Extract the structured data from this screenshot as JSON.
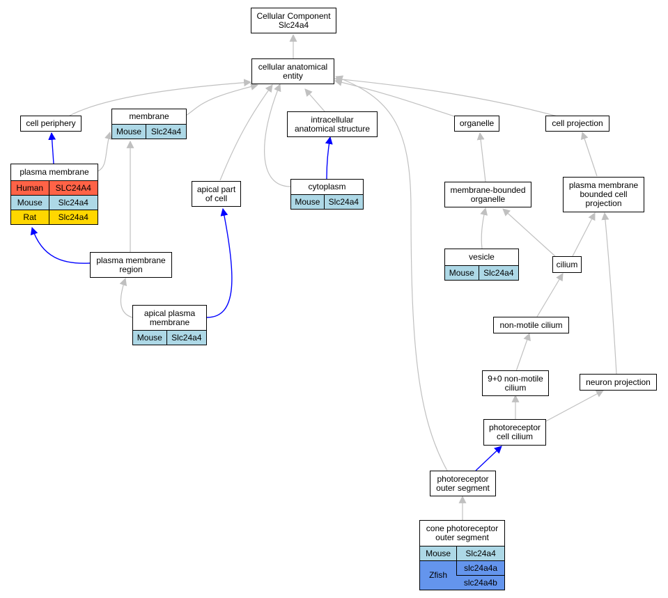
{
  "diagram": {
    "colors": {
      "gray_edge": "#c0c0c0",
      "blue_edge": "#0000ff",
      "mouse": "#add8e6",
      "human": "#ff6347",
      "rat": "#ffd700",
      "zfish": "#6495ed"
    },
    "root": {
      "title": "Cellular Component\nSlc24a4"
    },
    "cellular_anatomical_entity": {
      "title": "cellular anatomical\nentity"
    },
    "cell_periphery": {
      "title": "cell periphery"
    },
    "membrane": {
      "title": "membrane",
      "mouse_label": "Mouse",
      "mouse_gene": "Slc24a4"
    },
    "intracellular": {
      "title": "intracellular\nanatomical structure"
    },
    "organelle": {
      "title": "organelle"
    },
    "cell_projection": {
      "title": "cell projection"
    },
    "plasma_membrane": {
      "title": "plasma membrane",
      "human_label": "Human",
      "human_gene": "SLC24A4",
      "mouse_label": "Mouse",
      "mouse_gene": "Slc24a4",
      "rat_label": "Rat",
      "rat_gene": "Slc24a4"
    },
    "apical_part": {
      "title": "apical part\nof cell"
    },
    "cytoplasm": {
      "title": "cytoplasm",
      "mouse_label": "Mouse",
      "mouse_gene": "Slc24a4"
    },
    "membrane_bounded_organelle": {
      "title": "membrane-bounded\norganelle"
    },
    "pm_bounded_projection": {
      "title": "plasma membrane\nbounded cell\nprojection"
    },
    "vesicle": {
      "title": "vesicle",
      "mouse_label": "Mouse",
      "mouse_gene": "Slc24a4"
    },
    "pm_region": {
      "title": "plasma membrane\nregion"
    },
    "cilium": {
      "title": "cilium"
    },
    "apical_pm": {
      "title": "apical plasma\nmembrane",
      "mouse_label": "Mouse",
      "mouse_gene": "Slc24a4"
    },
    "non_motile_cilium": {
      "title": "non-motile cilium"
    },
    "nine_zero_cilium": {
      "title": "9+0 non-motile\ncilium"
    },
    "neuron_projection": {
      "title": "neuron projection"
    },
    "photoreceptor_cilium": {
      "title": "photoreceptor\ncell cilium"
    },
    "photoreceptor_outer": {
      "title": "photoreceptor\nouter segment"
    },
    "cone_outer": {
      "title": "cone photoreceptor\nouter segment",
      "mouse_label": "Mouse",
      "mouse_gene": "Slc24a4",
      "zfish_label": "Zfish",
      "zfish_gene_a": "slc24a4a",
      "zfish_gene_b": "slc24a4b"
    }
  }
}
